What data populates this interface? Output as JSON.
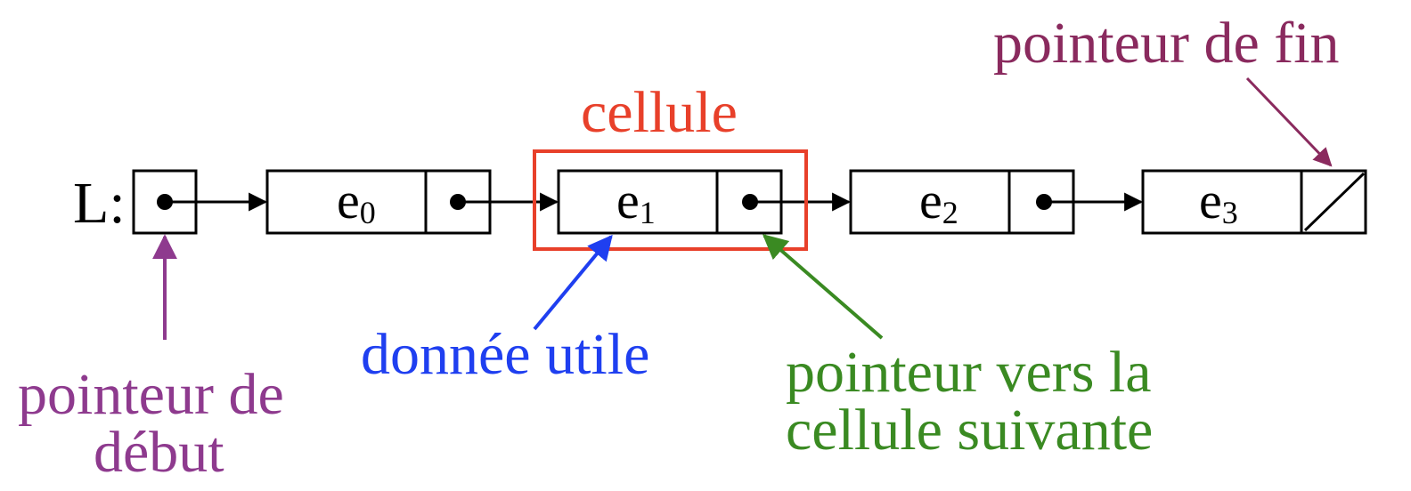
{
  "list_name": "L:",
  "cells": [
    {
      "base": "e",
      "sub": "0"
    },
    {
      "base": "e",
      "sub": "1"
    },
    {
      "base": "e",
      "sub": "2"
    },
    {
      "base": "e",
      "sub": "3"
    }
  ],
  "annotations": {
    "cellule": "cellule",
    "pointeur_de_fin": "pointeur de fin",
    "donnee_utile": "donnée utile",
    "pointeur_suivante_line1": "pointeur vers la",
    "pointeur_suivante_line2": "cellule suivante",
    "pointeur_debut_line1": "pointeur de",
    "pointeur_debut_line2": "début"
  },
  "colors": {
    "cellule": "#e8402a",
    "pointeur_de_fin": "#8a2a5e",
    "donnee_utile": "#1f3ff0",
    "pointeur_suivante": "#3a8a22",
    "pointeur_debut": "#8e3a8e",
    "structure": "#000000"
  }
}
